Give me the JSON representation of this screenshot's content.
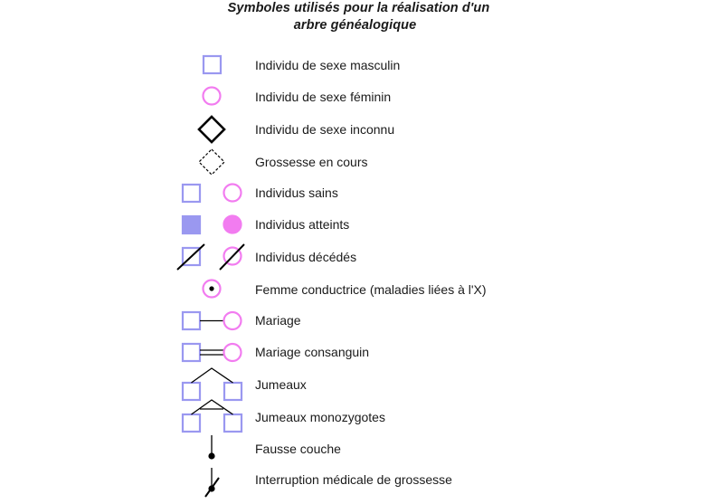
{
  "title": {
    "line1": "Symboles utilisés pour la réalisation d'un",
    "line2": "arbre généalogique"
  },
  "colors": {
    "male": "#9a98f0",
    "female": "#f27cf0",
    "ink": "#000000",
    "text": "#1a1a1a"
  },
  "legend": [
    {
      "icon": "male-square-icon",
      "label": "Individu de sexe masculin"
    },
    {
      "icon": "female-circle-icon",
      "label": "Individu de sexe féminin"
    },
    {
      "icon": "unknown-sex-diamond-icon",
      "label": "Individu de sexe inconnu"
    },
    {
      "icon": "pregnancy-dashed-diamond-icon",
      "label": "Grossesse en cours"
    },
    {
      "icon": "healthy-individuals-icon",
      "label": "Individus sains"
    },
    {
      "icon": "affected-individuals-icon",
      "label": "Individus atteints"
    },
    {
      "icon": "deceased-individuals-icon",
      "label": "Individus décédés"
    },
    {
      "icon": "carrier-female-icon",
      "label": "Femme conductrice (maladies liées à l'X)"
    },
    {
      "icon": "marriage-icon",
      "label": "Mariage"
    },
    {
      "icon": "consanguineous-marriage-icon",
      "label": "Mariage consanguin"
    },
    {
      "icon": "twins-icon",
      "label": "Jumeaux"
    },
    {
      "icon": "monozygotic-twins-icon",
      "label": "Jumeaux monozygotes"
    },
    {
      "icon": "miscarriage-icon",
      "label": "Fausse couche"
    },
    {
      "icon": "medical-termination-icon",
      "label": "Interruption médicale de grossesse"
    }
  ]
}
